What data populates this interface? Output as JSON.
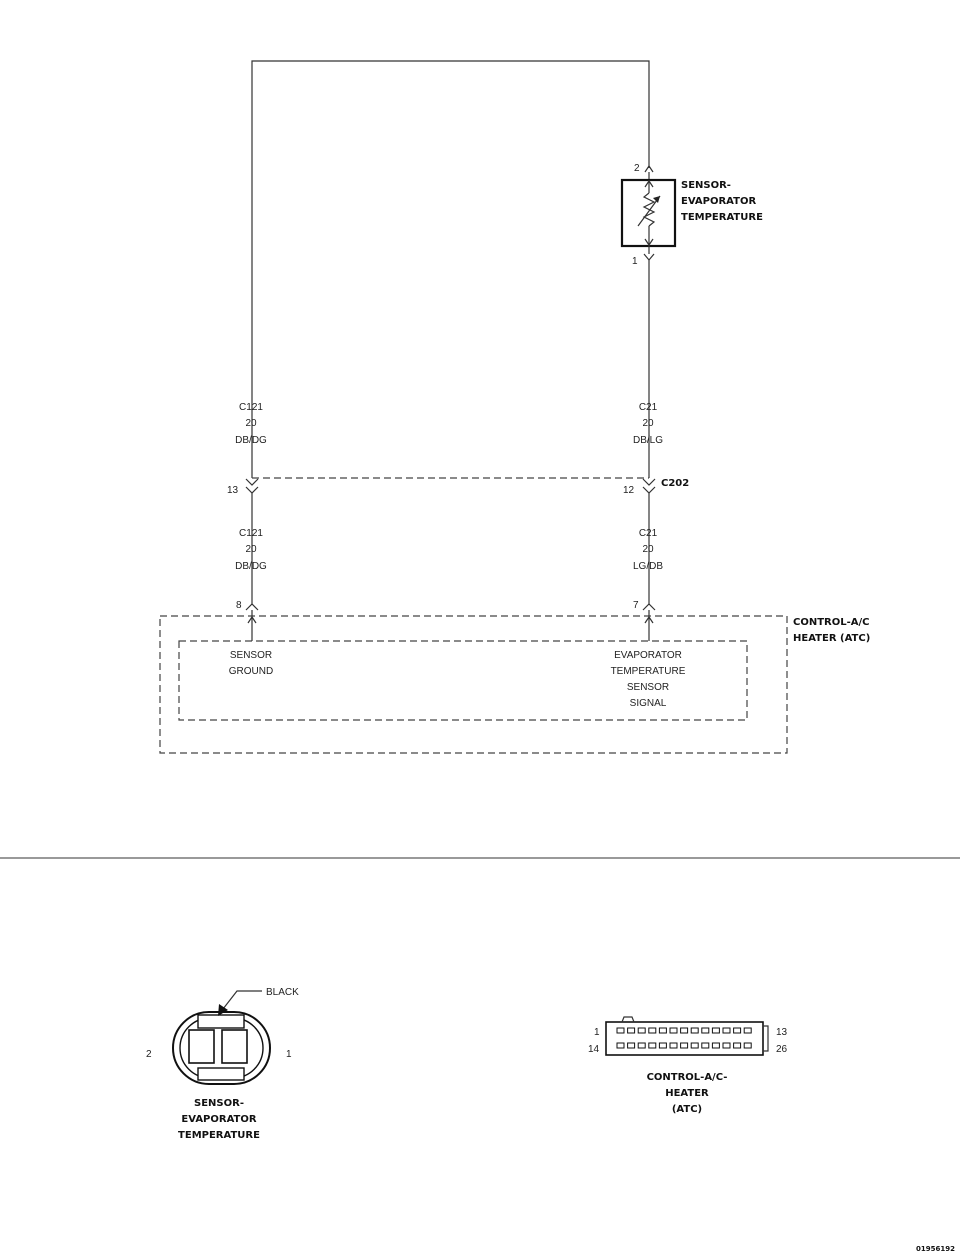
{
  "sensor": {
    "title_line1": "SENSOR-",
    "title_line2": "EVAPORATOR",
    "title_line3": "TEMPERATURE",
    "pin_top": "2",
    "pin_bottom": "1"
  },
  "wires": {
    "left_upper": {
      "circuit": "C121",
      "gauge": "20",
      "color": "DB/DG"
    },
    "right_upper": {
      "circuit": "C21",
      "gauge": "20",
      "color": "DB/LG"
    },
    "left_lower": {
      "circuit": "C121",
      "gauge": "20",
      "color": "DB/DG"
    },
    "right_lower": {
      "circuit": "C21",
      "gauge": "20",
      "color": "LG/DB"
    }
  },
  "connector_c202": {
    "name": "C202",
    "left_pin": "13",
    "right_pin": "12"
  },
  "module": {
    "title_line1": "CONTROL-A/C",
    "title_line2": "HEATER (ATC)",
    "left_pin": "8",
    "right_pin": "7",
    "left_label_line1": "SENSOR",
    "left_label_line2": "GROUND",
    "right_label_line1": "EVAPORATOR",
    "right_label_line2": "TEMPERATURE",
    "right_label_line3": "SENSOR",
    "right_label_line4": "SIGNAL"
  },
  "sensor_connector_view": {
    "color_label": "BLACK",
    "pin_left": "2",
    "pin_right": "1",
    "title_line1": "SENSOR-",
    "title_line2": "EVAPORATOR",
    "title_line3": "TEMPERATURE"
  },
  "module_connector_view": {
    "pin_top_left": "1",
    "pin_bottom_left": "14",
    "pin_top_right": "13",
    "pin_bottom_right": "26",
    "title_line1": "CONTROL-A/C-",
    "title_line2": "HEATER",
    "title_line3": "(ATC)"
  },
  "figure_id": "01956192"
}
